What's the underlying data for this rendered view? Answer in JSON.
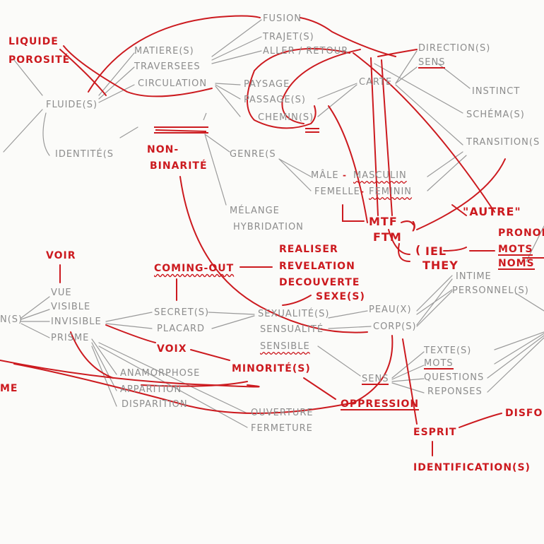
{
  "words": {
    "liquide": "LIQUIDE",
    "porosite": "POROSITÉ",
    "fluides": "FLUIDE(S)",
    "identites": "IDENTITÉ(S",
    "fusion": "FUSION",
    "trajets": "TRAJET(S)",
    "aller_retour": "ALLER / RETOUR",
    "matieres": "MATIERE(S)",
    "traversees": "TRAVERSEES",
    "circulation": "CIRCULATION",
    "paysage": "PAYSAGE",
    "passages": "PASSAGE(S)",
    "chemins": "CHEMIN(S)",
    "carte": "CARTE",
    "directions": "DIRECTION(S)",
    "sens_top": "SENS",
    "instinct": "INSTINCT",
    "schemas": "SCHÉMA(S)",
    "transitions": "TRANSITION(S",
    "non": "NON-",
    "binarite": "BINARITÉ",
    "genres": "GENRE(S",
    "male": "MÂLE",
    "masculin": "MASCULIN",
    "femelle": "FEMELLE",
    "feminin": "FEMININ",
    "melange": "MÉLANGE",
    "hybridation": "HYBRIDATION",
    "mtf": "MTF",
    "ftm": "FTM",
    "autre": "\"AUTRE\"",
    "iel": "IEL",
    "they": "THEY",
    "pronoms": "PRONOMS",
    "mots_red": "MOTS",
    "noms": "NOMS",
    "voir": "VOIR",
    "coming_out": "COMING-OUT",
    "realiser": "REALISER",
    "revelation": "REVELATION",
    "decouverte": "DECOUVERTE",
    "sexes": "SEXE(S)",
    "vue": "VUE",
    "visible": "VISIBLE",
    "invisible": "INVISIBLE",
    "prisme": "PRISME",
    "n_s": "N(S)",
    "secrets": "SECRET(S)",
    "placard": "PLACARD",
    "sexualites": "SEXUALITÉ(S)",
    "sensualite": "SENSUALITÉ",
    "sensible": "SENSIBLE",
    "peau": "PEAU(X)",
    "corps": "CORP(S)",
    "intime": "INTIME",
    "personnels": "PERSONNEL(S)",
    "voix": "VOIX",
    "minorites": "MINORITÉ(S)",
    "anamorphose": "ANAMORPHOSE",
    "apparition": "APPARITION",
    "disparition": "DISPARITION",
    "ouverture": "OUVERTURE",
    "fermeture": "FERMETURE",
    "textes": "TEXTE(S)",
    "mots_grey": "MOTS",
    "questions": "QUESTIONS",
    "reponses": "REPONSES",
    "sens_mid": "SENS",
    "oppression": "OPPRESSION",
    "esprit": "ESPRIT",
    "disfo": "DISFO",
    "identifications": "IDENTIFICATION(S)",
    "me": "ME"
  },
  "colors": {
    "ink_grey": "#8d8d8d",
    "ink_red": "#cc1a1f",
    "paper": "#fbfbf9"
  }
}
